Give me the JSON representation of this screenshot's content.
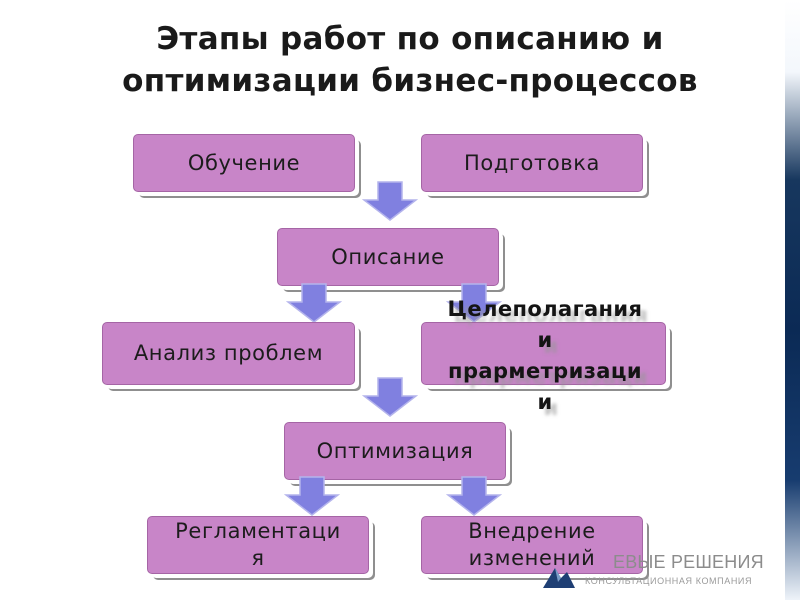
{
  "title": {
    "line1": "Этапы работ по описанию и",
    "line2": "оптимизации бизнес-процессов"
  },
  "colors": {
    "box_fill": "#c885c8",
    "arrow_fill": "#8080e0",
    "text": "#1c1c1c"
  },
  "nodes": {
    "training": "Обучение",
    "preparation": "Подготовка",
    "description": "Описание",
    "problem_analysis": "Анализ проблем",
    "goal_setting": [
      "Целеполагания",
      "и",
      "прарметризаци",
      "и"
    ],
    "optimization": "Оптимизация",
    "regulation": [
      "Регламентаци",
      "я"
    ],
    "implementation": [
      "Внедрение",
      "изменений"
    ]
  },
  "logo": {
    "name": "ЕВЫЕ РЕШЕНИЯ",
    "subtitle": "КОНСУЛЬТАЦИОННАЯ КОМПАНИЯ"
  }
}
